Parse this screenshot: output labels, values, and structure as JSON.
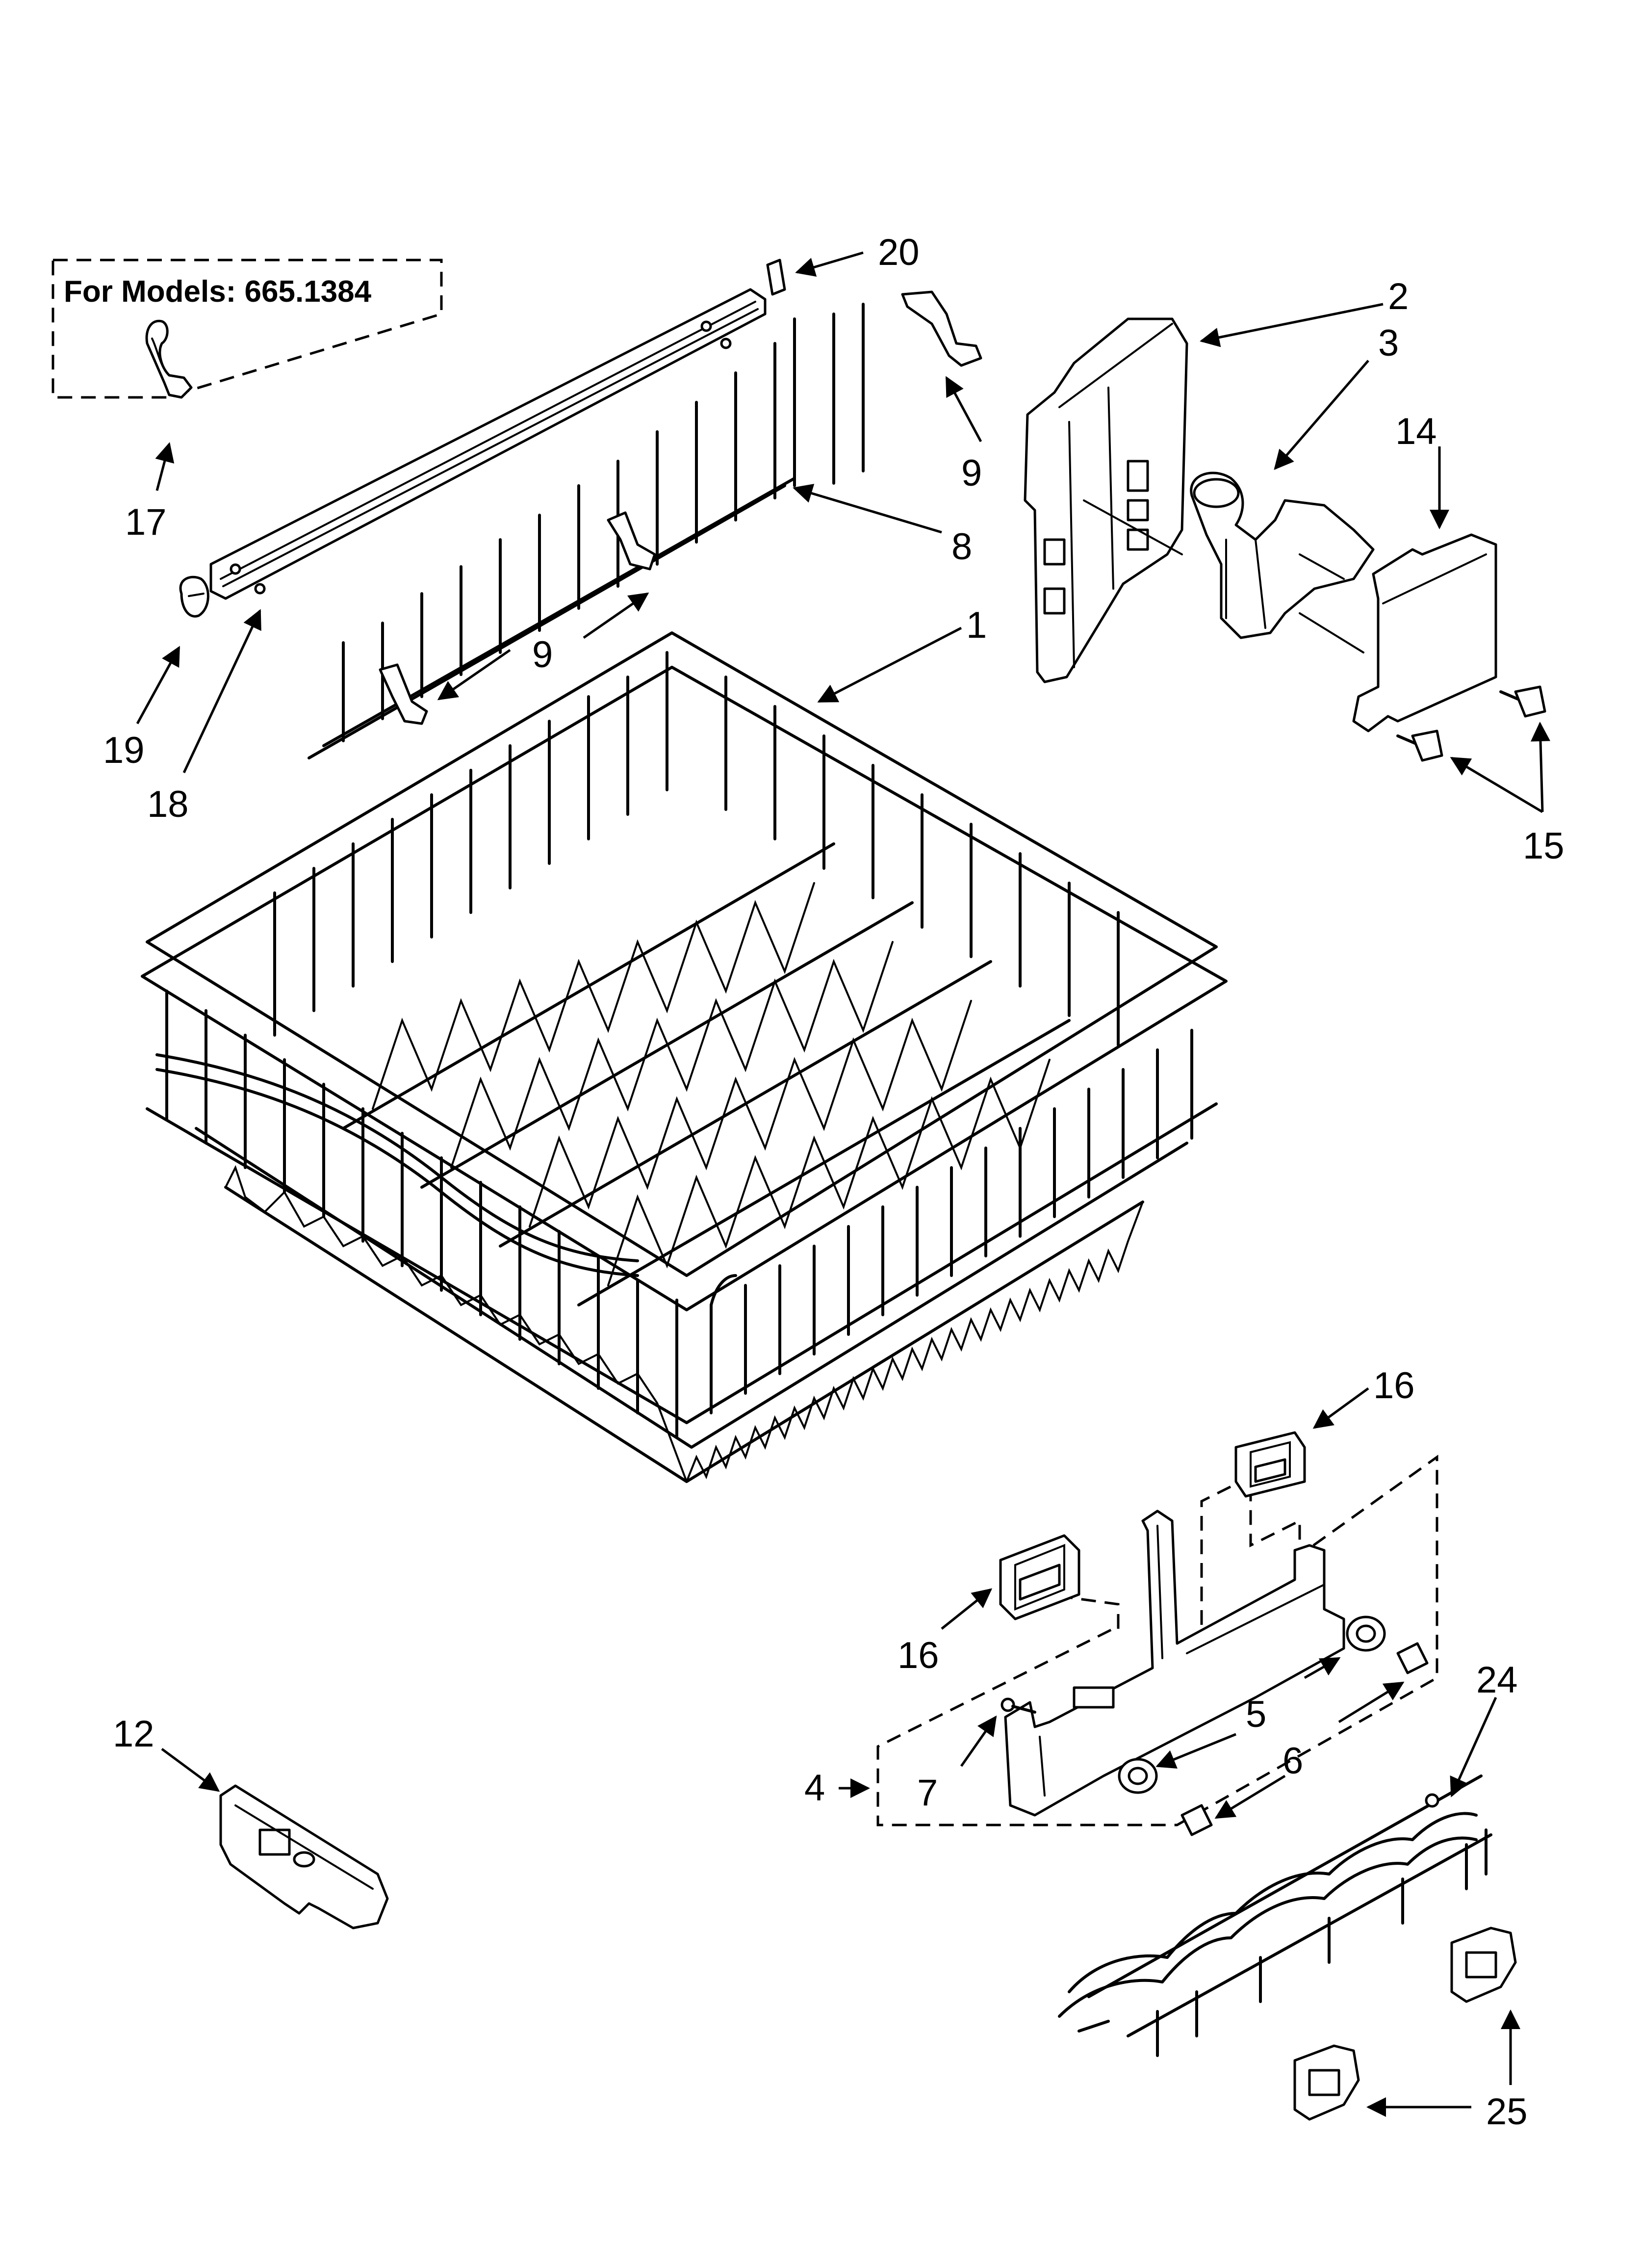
{
  "note_box": {
    "text": "For Models: 665.1384"
  },
  "callouts": {
    "c1": "1",
    "c2": "2",
    "c3": "3",
    "c4": "4",
    "c5": "5",
    "c6": "6",
    "c7": "7",
    "c8": "8",
    "c9a": "9",
    "c9b": "9",
    "c12": "12",
    "c14": "14",
    "c15": "15",
    "c16a": "16",
    "c16b": "16",
    "c17": "17",
    "c18": "18",
    "c19": "19",
    "c20": "20",
    "c24": "24",
    "c25": "25"
  }
}
